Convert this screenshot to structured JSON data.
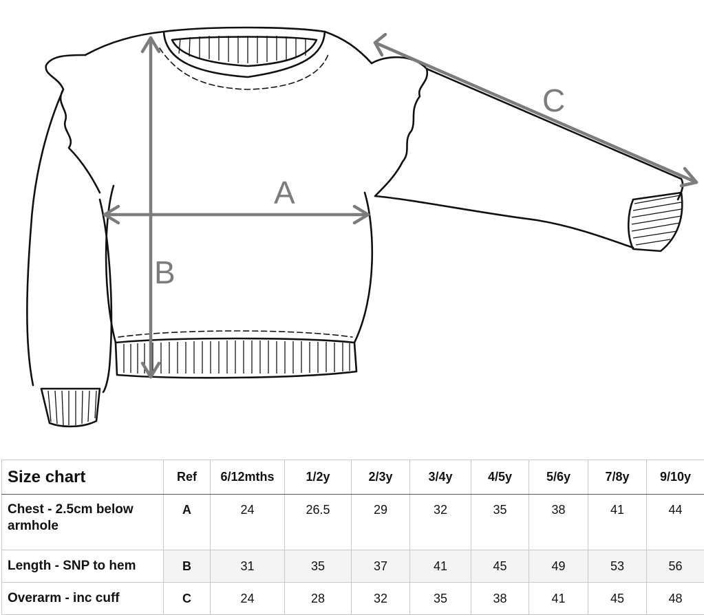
{
  "drawing": {
    "labels": {
      "a": "A",
      "b": "B",
      "c": "C"
    },
    "measure_color": "#7a7c7e",
    "line_color": "#111111"
  },
  "table": {
    "title": "Size chart",
    "ref_header": "Ref",
    "sizes": [
      "6/12mths",
      "1/2y",
      "2/3y",
      "3/4y",
      "4/5y",
      "5/6y",
      "7/8y",
      "9/10y"
    ],
    "rows": [
      {
        "label": "Chest - 2.5cm below armhole",
        "ref": "A",
        "values": [
          "24",
          "26.5",
          "29",
          "32",
          "35",
          "38",
          "41",
          "44"
        ]
      },
      {
        "label": "Length - SNP to hem",
        "ref": "B",
        "values": [
          "31",
          "35",
          "37",
          "41",
          "45",
          "49",
          "53",
          "56"
        ]
      },
      {
        "label": "Overarm - inc cuff",
        "ref": "C",
        "values": [
          "24",
          "28",
          "32",
          "35",
          "38",
          "41",
          "45",
          "48"
        ]
      }
    ]
  }
}
